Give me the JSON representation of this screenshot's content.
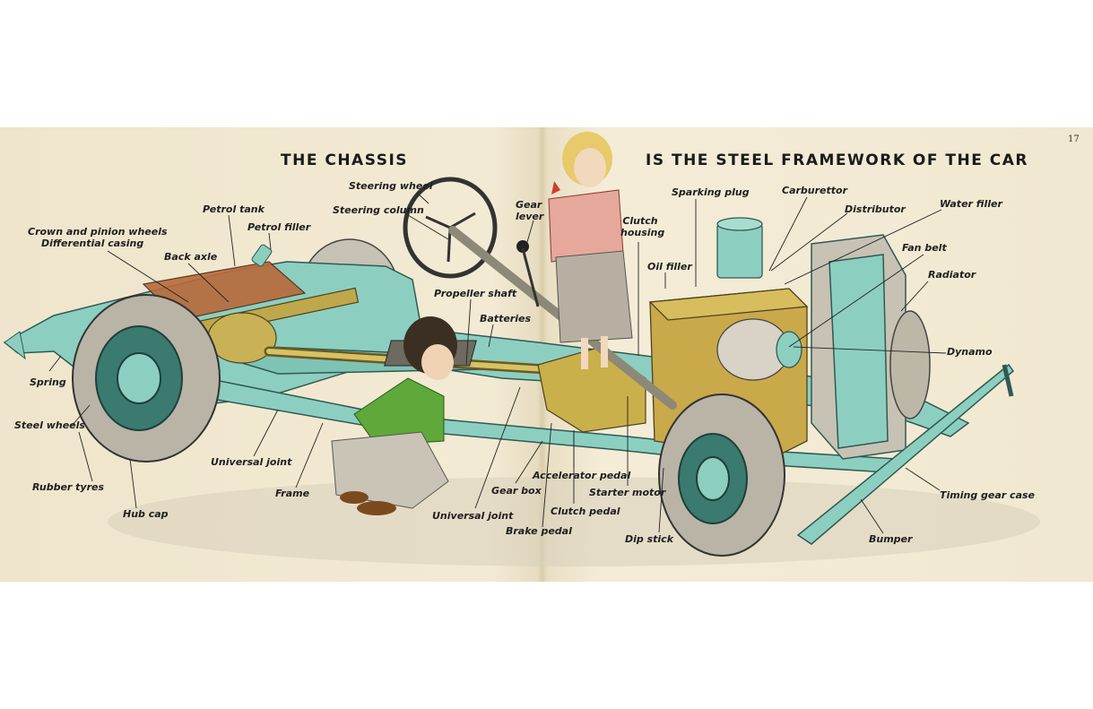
{
  "page": {
    "heading_left": "THE CHASSIS",
    "heading_right": "IS THE STEEL FRAMEWORK OF THE CAR",
    "page_number": "17"
  },
  "labels": {
    "steering_wheel": "Steering wheel",
    "steering_column": "Steering column",
    "gear_lever_1": "Gear",
    "gear_lever_2": "lever",
    "clutch_housing_1": "Clutch",
    "clutch_housing_2": "housing",
    "sparking_plug": "Sparking plug",
    "carburettor": "Carburettor",
    "distributor": "Distributor",
    "water_filler": "Water filler",
    "fan_belt": "Fan belt",
    "radiator": "Radiator",
    "oil_filler": "Oil filler",
    "dynamo": "Dynamo",
    "petrol_tank": "Petrol tank",
    "petrol_filler": "Petrol filler",
    "crown_pinion": "Crown and pinion wheels",
    "differential_casing": "Differential casing",
    "back_axle": "Back axle",
    "propeller_shaft": "Propeller shaft",
    "batteries": "Batteries",
    "spring": "Spring",
    "steel_wheels": "Steel wheels",
    "rubber_tyres": "Rubber tyres",
    "hub_cap": "Hub cap",
    "universal_joint_rear": "Universal joint",
    "frame": "Frame",
    "gear_box": "Gear box",
    "universal_joint_front": "Universal joint",
    "accelerator_pedal": "Accelerator pedal",
    "starter_motor": "Starter motor",
    "clutch_pedal": "Clutch pedal",
    "brake_pedal": "Brake pedal",
    "dip_stick": "Dip stick",
    "timing_gear_case": "Timing gear case",
    "bumper": "Bumper"
  },
  "colors": {
    "paper": "#f1e8d1",
    "chassis_teal": "#8ccfc0",
    "engine_ochre": "#c9a94a",
    "tyre_grey": "#b9b4a6",
    "sweater_green": "#5fa83a",
    "ink": "#1f1f1f"
  }
}
